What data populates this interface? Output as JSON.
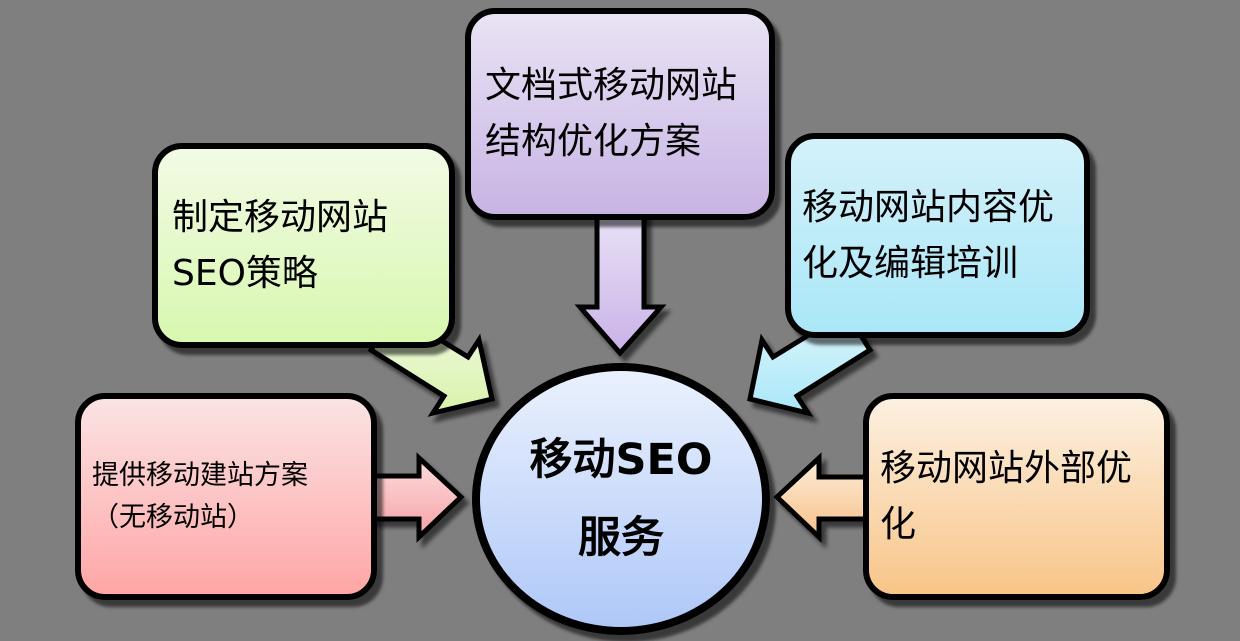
{
  "canvas": {
    "background_color": "#7F7F7F",
    "border_color": "#000000",
    "description": "Diagram of five service boxes with block arrows pointing into a central ellipse"
  },
  "center_node": {
    "id": "seo-service",
    "shape": "ellipse",
    "line1": "移动SEO",
    "line2": "服务",
    "fill_top": "#EAF1FD",
    "fill_bottom": "#AFC8F8"
  },
  "nodes": [
    {
      "id": "seo-strategy",
      "position": "upper-left",
      "line1": "制定移动网站",
      "line2": "SEO策略",
      "fill_top": "#F2FAE4",
      "fill_bottom": "#D8F8B0"
    },
    {
      "id": "doc-structure",
      "position": "top",
      "line1": "文档式移动网站",
      "line2": "结构优化方案",
      "fill_top": "#E9E3F4",
      "fill_bottom": "#C8B4E4"
    },
    {
      "id": "content-training",
      "position": "upper-right",
      "line1": "移动网站内容优",
      "line2": "化及编辑培训",
      "fill_top": "#D4F1FA",
      "fill_bottom": "#AAE7F7"
    },
    {
      "id": "build-plan",
      "position": "lower-left",
      "line1": "提供移动建站方案",
      "line2": "（无移动站）",
      "fill_top": "#FBE3E4",
      "fill_bottom": "#FFA6A6"
    },
    {
      "id": "external-optimization",
      "position": "lower-right",
      "line1": "移动网站外部优",
      "line2": "化",
      "fill_top": "#FCF0E0",
      "fill_bottom": "#F8C588"
    }
  ],
  "arrows": [
    {
      "id": "arrow-seo-strategy",
      "from": "seo-strategy",
      "to": "seo-service",
      "direction": "down-right",
      "color": "#D9F2AC"
    },
    {
      "id": "arrow-doc-structure",
      "from": "doc-structure",
      "to": "seo-service",
      "direction": "down",
      "color": "#C9B2E8"
    },
    {
      "id": "arrow-content-training",
      "from": "content-training",
      "to": "seo-service",
      "direction": "down-left",
      "color": "#A9E7F8"
    },
    {
      "id": "arrow-build-plan",
      "from": "build-plan",
      "to": "seo-service",
      "direction": "right",
      "color": "#F7A2A6"
    },
    {
      "id": "arrow-external-optimization",
      "from": "external-optimization",
      "to": "seo-service",
      "direction": "left",
      "color": "#F7C189"
    }
  ]
}
